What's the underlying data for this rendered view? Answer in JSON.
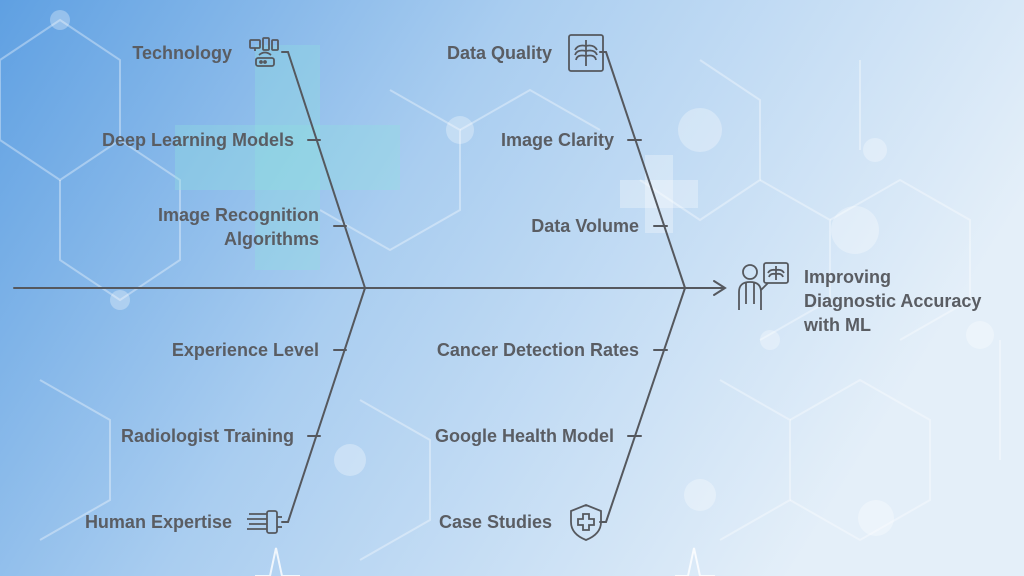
{
  "effect": {
    "title": "Improving Diagnostic Accuracy with ML",
    "icon": "doctor-xray-icon"
  },
  "categories": [
    {
      "name": "Technology",
      "icon": "devices-icon",
      "causes": [
        "Deep Learning Models",
        "Image Recognition Algorithms"
      ]
    },
    {
      "name": "Data Quality",
      "icon": "xray-chest-icon",
      "causes": [
        "Image Clarity",
        "Data Volume"
      ]
    },
    {
      "name": "Human Expertise",
      "icon": "brain-circuit-icon",
      "causes": [
        "Experience Level",
        "Radiologist Training"
      ]
    },
    {
      "name": "Case Studies",
      "icon": "medical-shield-icon",
      "causes": [
        "Cancer Detection Rates",
        "Google Health Model"
      ]
    }
  ],
  "colors": {
    "line": "#55585e",
    "text": "#5a5d63",
    "background_light": "#dbe9f7",
    "background_dark": "#5e9fe0"
  }
}
